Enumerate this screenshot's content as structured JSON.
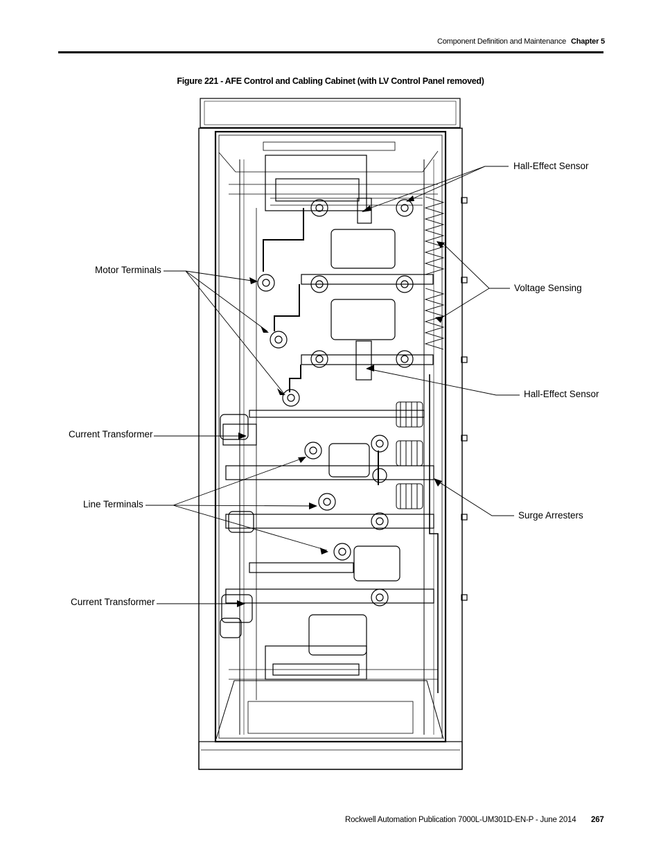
{
  "header": {
    "section": "Component Definition and Maintenance",
    "chapter": "Chapter 5"
  },
  "figure": {
    "title": "Figure 221 - AFE Control and Cabling Cabinet (with LV Control Panel removed)"
  },
  "callouts": {
    "hall_effect_sensor_top": "Hall-Effect Sensor",
    "motor_terminals": "Motor Terminals",
    "voltage_sensing": "Voltage Sensing",
    "hall_effect_sensor_mid": "Hall-Effect Sensor",
    "current_transformer_top": "Current Transformer",
    "line_terminals": "Line Terminals",
    "surge_arresters": "Surge Arresters",
    "current_transformer_bottom": "Current Transformer"
  },
  "footer": {
    "publication": "Rockwell Automation Publication 7000L-UM301D-EN-P - June 2014",
    "page": "267"
  }
}
